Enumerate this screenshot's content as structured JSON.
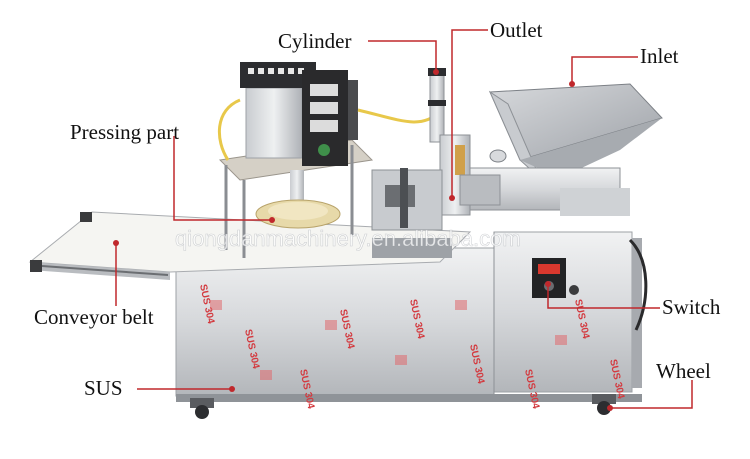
{
  "labels": {
    "cylinder": "Cylinder",
    "outlet": "Outlet",
    "inlet": "Inlet",
    "pressing_part": "Pressing part",
    "conveyor_belt": "Conveyor belt",
    "switch": "Switch",
    "sus": "SUS",
    "wheel": "Wheel"
  },
  "watermark": "qiongdanmachinery.en.alibaba.com",
  "panel_mark": "SUS 304",
  "colors": {
    "leader_line": "#c0282c",
    "steel_light": "#e4e6e8",
    "steel_mid": "#b9bcc0",
    "steel_dark": "#7c8086",
    "control_box": "#2a2a2c",
    "yellow_tube": "#e8c84a"
  }
}
